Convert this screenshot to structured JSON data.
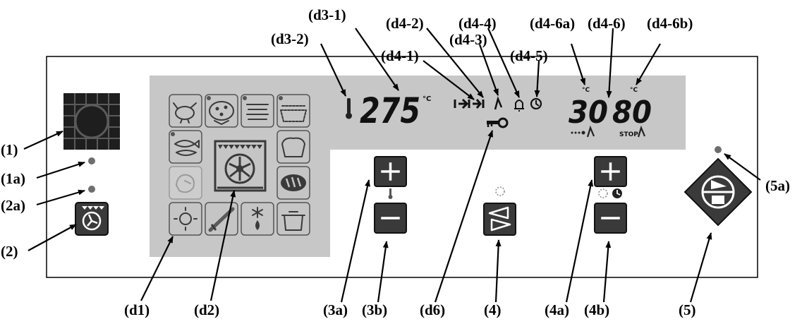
{
  "display": {
    "temperature_value": "275",
    "temperature_unit": "°C",
    "core_temp_value": "30",
    "time_value": "80",
    "core_temp_unit": "°C",
    "time_unit": "°C",
    "stop_label": "STOP"
  },
  "callouts": {
    "c1": "(1)",
    "c1a": "(1a)",
    "c2": "(2)",
    "c2a": "(2a)",
    "d1": "(d1)",
    "d2": "(d2)",
    "d3_1": "(d3-1)",
    "d3_2": "(d3-2)",
    "d4_1": "(d4-1)",
    "d4_2": "(d4-2)",
    "d4_3": "(d4-3)",
    "d4_4": "(d4-4)",
    "d4_5": "(d4-5)",
    "d4_6": "(d4-6)",
    "d4_6a": "(d4-6a)",
    "d4_6b": "(d4-6b)",
    "d6": "(d6)",
    "c3a": "(3a)",
    "c3b": "(3b)",
    "c4": "(4)",
    "c4a": "(4a)",
    "c4b": "(4b)",
    "c5": "(5)",
    "c5a": "(5a)"
  },
  "colors": {
    "panel_gray": "#c7c7c7",
    "key_dark": "#3a3a3a",
    "led_gray": "#6e6e6e",
    "icon_line": "#3a3a3a"
  },
  "icons": [
    "poultry-icon",
    "pizza-icon",
    "lasagna-icon",
    "baking-dish-icon",
    "fish-icon",
    "bread-mould-icon",
    "roast-icon",
    "bread-icon",
    "light-icon",
    "grill-icon",
    "defrost-icon",
    "pot-icon",
    "fan-oven-icon"
  ]
}
